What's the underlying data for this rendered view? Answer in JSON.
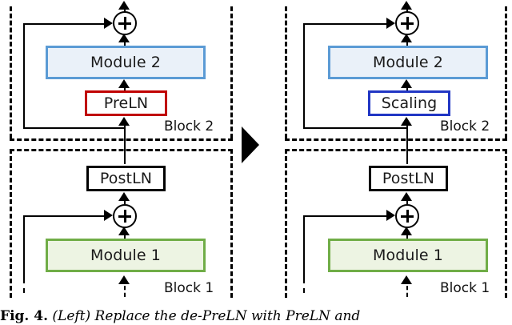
{
  "figure": {
    "type": "diagram",
    "description": "Two side-by-side architecture diagrams of transformer residual blocks connected by a right-pointing transition arrow",
    "transition_icon": "right-triangle-arrow-icon"
  },
  "panels": [
    {
      "id": "left",
      "blocks": [
        {
          "id": "block2",
          "label": "Block 2",
          "nodes": [
            {
              "id": "add2",
              "label": "+",
              "shape": "circle",
              "border": "#000000",
              "fill": "#ffffff"
            },
            {
              "id": "module2",
              "label": "Module 2",
              "shape": "box",
              "border": "#5B9BD5",
              "fill": "#EAF1F9"
            },
            {
              "id": "norm2",
              "label": "PreLN",
              "shape": "box",
              "border": "#C00000",
              "fill": "#ffffff"
            }
          ]
        },
        {
          "id": "block1",
          "label": "Block 1",
          "nodes": [
            {
              "id": "postln1",
              "label": "PostLN",
              "shape": "box",
              "border": "#000000",
              "fill": "#ffffff"
            },
            {
              "id": "add1",
              "label": "+",
              "shape": "circle",
              "border": "#000000",
              "fill": "#ffffff"
            },
            {
              "id": "module1",
              "label": "Module 1",
              "shape": "box",
              "border": "#70AD47",
              "fill": "#EDF4E3"
            }
          ]
        }
      ]
    },
    {
      "id": "right",
      "blocks": [
        {
          "id": "block2",
          "label": "Block 2",
          "nodes": [
            {
              "id": "add2",
              "label": "+",
              "shape": "circle",
              "border": "#000000",
              "fill": "#ffffff"
            },
            {
              "id": "module2",
              "label": "Module 2",
              "shape": "box",
              "border": "#5B9BD5",
              "fill": "#EAF1F9"
            },
            {
              "id": "norm2",
              "label": "Scaling",
              "shape": "box",
              "border": "#2136C4",
              "fill": "#ffffff"
            }
          ]
        },
        {
          "id": "block1",
          "label": "Block 1",
          "nodes": [
            {
              "id": "postln1",
              "label": "PostLN",
              "shape": "box",
              "border": "#000000",
              "fill": "#ffffff"
            },
            {
              "id": "add1",
              "label": "+",
              "shape": "circle",
              "border": "#000000",
              "fill": "#ffffff"
            },
            {
              "id": "module1",
              "label": "Module 1",
              "shape": "box",
              "border": "#70AD47",
              "fill": "#EDF4E3"
            }
          ]
        }
      ]
    }
  ],
  "caption": {
    "number": "Fig. 4.",
    "text": "(Left) Replace the de-PreLN with PreLN and"
  },
  "colors": {
    "module2_border": "#5B9BD5",
    "module2_fill": "#EAF1F9",
    "module1_border": "#70AD47",
    "module1_fill": "#EDF4E3",
    "preln_border": "#C00000",
    "scaling_border": "#2136C4",
    "postln_border": "#000000",
    "line": "#000000"
  }
}
